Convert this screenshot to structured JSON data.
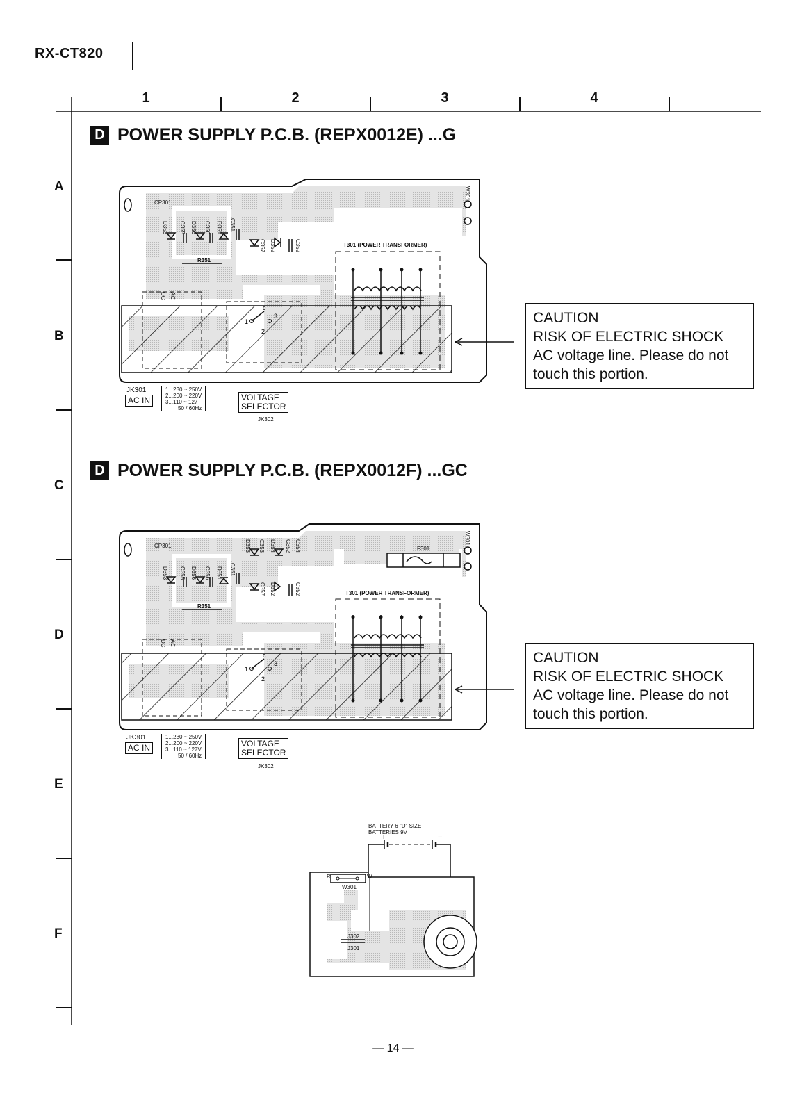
{
  "model": "RX-CT820",
  "columns": [
    "1",
    "2",
    "3",
    "4"
  ],
  "rows": [
    "A",
    "B",
    "C",
    "D",
    "E",
    "F"
  ],
  "badge_letter": "D",
  "sections": [
    {
      "title": "POWER SUPPLY P.C.B. (REPX0012E) ...G",
      "labels": {
        "cp": "CP301",
        "transformer": "T301 (POWER TRANSFORMER)",
        "resistor": "R351",
        "w301": "W301",
        "dc": "DC",
        "ac": "AC",
        "components": [
          "D353",
          "C355",
          "D356",
          "C356",
          "D351",
          "C351",
          "C357",
          "D352",
          "C352"
        ]
      },
      "jack_ref": "JK301",
      "ac_in": "AC IN",
      "voltages": [
        "1...230 ~ 250V",
        "2...200 ~ 220V",
        "3...110 ~ 127",
        "50 / 60Hz"
      ],
      "voltage_selector": [
        "VOLTAGE",
        "SELECTOR"
      ],
      "selector_ref": "JK302",
      "caution": [
        "CAUTION",
        "RISK OF ELECTRIC SHOCK",
        "AC voltage line. Please do not",
        "touch this portion."
      ]
    },
    {
      "title": "POWER SUPPLY P.C.B. (REPX0012F) ...GC",
      "labels": {
        "cp": "CP301",
        "transformer": "T301 (POWER TRANSFORMER)",
        "resistor": "R351",
        "w301": "W301",
        "fuse": "F301",
        "dc": "DC",
        "ac": "AC",
        "components": [
          "D353",
          "C355",
          "D356",
          "C356",
          "D351",
          "C351",
          "D353",
          "C353",
          "D354",
          "C357",
          "D352",
          "C352",
          "C354",
          "C352"
        ]
      },
      "jack_ref": "JK301",
      "ac_in": "AC IN",
      "voltages": [
        "1...230 ~ 250V",
        "2...200 ~ 220V",
        "3...110 ~ 127V",
        "50 / 60Hz"
      ],
      "voltage_selector": [
        "VOLTAGE",
        "SELECTOR"
      ],
      "selector_ref": "JK302",
      "caution": [
        "CAUTION",
        "RISK OF ELECTRIC SHOCK",
        "AC voltage line. Please do not",
        "touch this portion."
      ]
    }
  ],
  "battery": {
    "line1": "BATTERY 6 \"D\" SIZE",
    "line2": "BATTERIES 9V",
    "w301": "W301",
    "j302": "J302",
    "j301": "J301",
    "r_label": "R",
    "w_label": "W"
  },
  "page_number": "— 14 —",
  "colors": {
    "ink": "#111111",
    "copper": "#d4d4d4",
    "background": "#ffffff"
  }
}
